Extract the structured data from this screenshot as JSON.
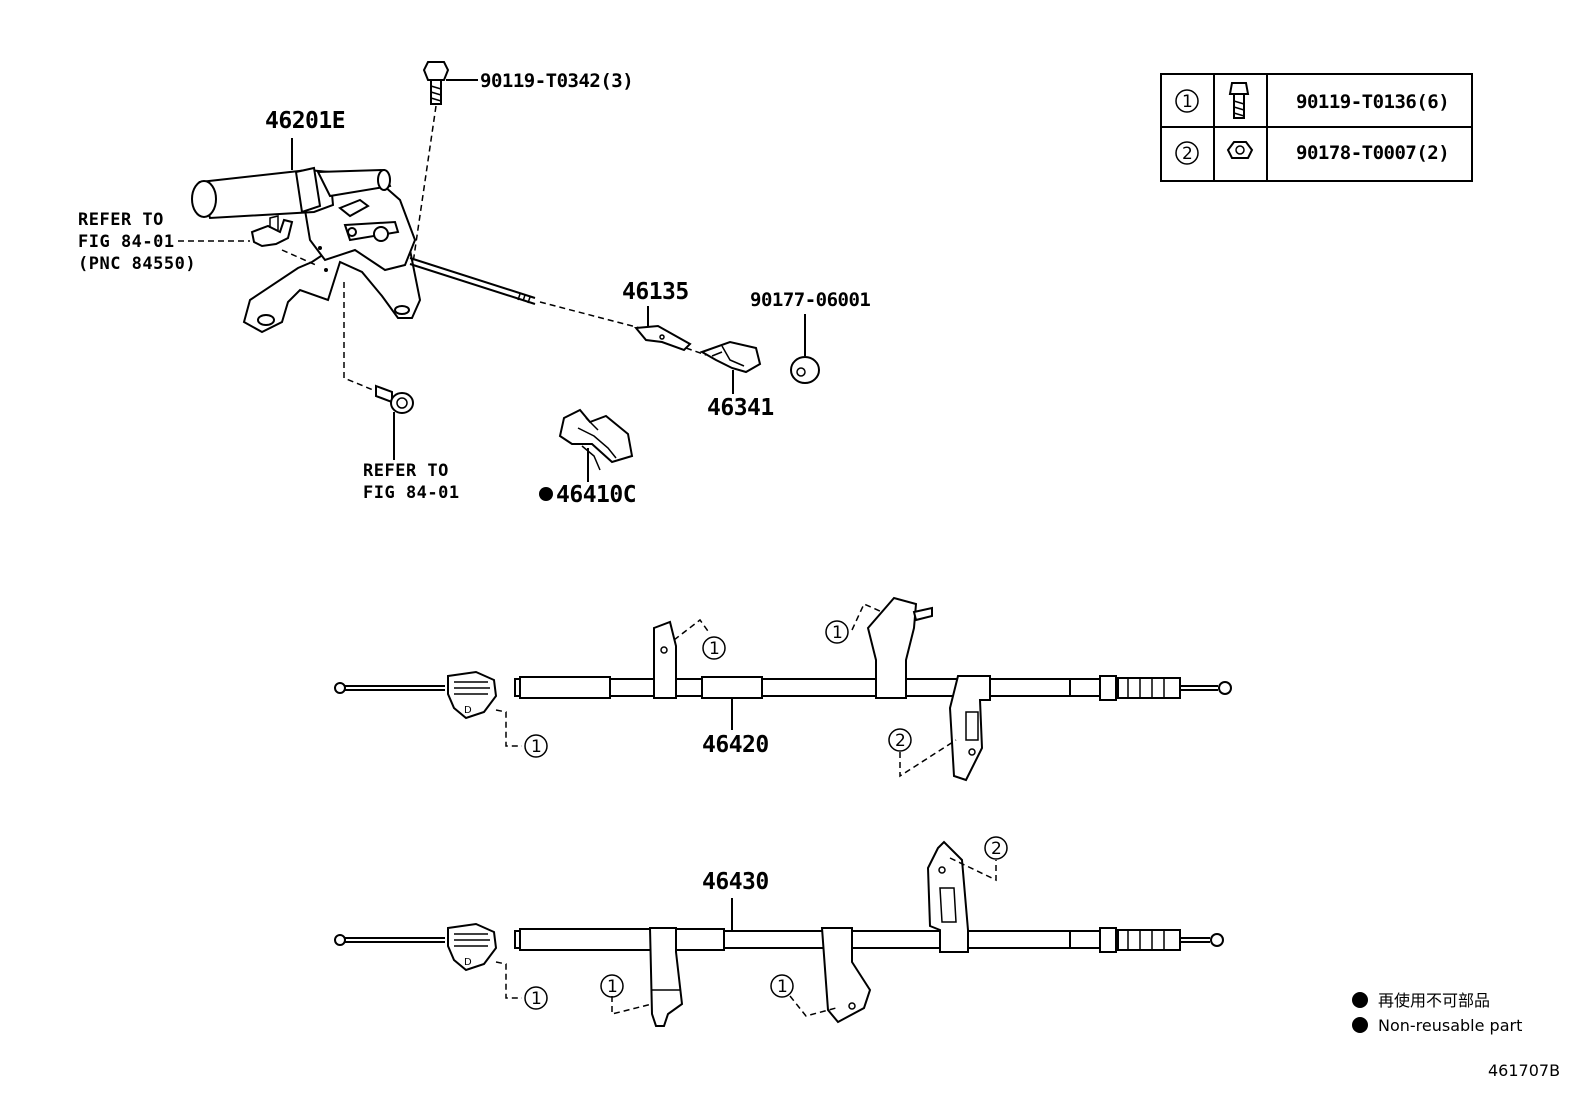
{
  "callouts": {
    "bolt_top": "90119-T0342(3)",
    "lever_assy": "46201E",
    "refer1": [
      "REFER TO",
      "FIG 84-01",
      "(PNC 84550)"
    ],
    "p46135": "46135",
    "p90177": "90177-06001",
    "p46341": "46341",
    "refer2": [
      "REFER TO",
      "FIG 84-01"
    ],
    "p46410c": "46410C",
    "cable1": "46420",
    "cable2": "46430",
    "circle1": "1",
    "circle2": "2"
  },
  "table": {
    "rows": [
      {
        "mark": "1",
        "icon": "bolt-icon",
        "part": "90119-T0136(6)"
      },
      {
        "mark": "2",
        "icon": "nut-icon",
        "part": "90178-T0007(2)"
      }
    ]
  },
  "legend": {
    "line1": "再使用不可部品",
    "line2": "Non-reusable part"
  },
  "figure_id": "461707B"
}
